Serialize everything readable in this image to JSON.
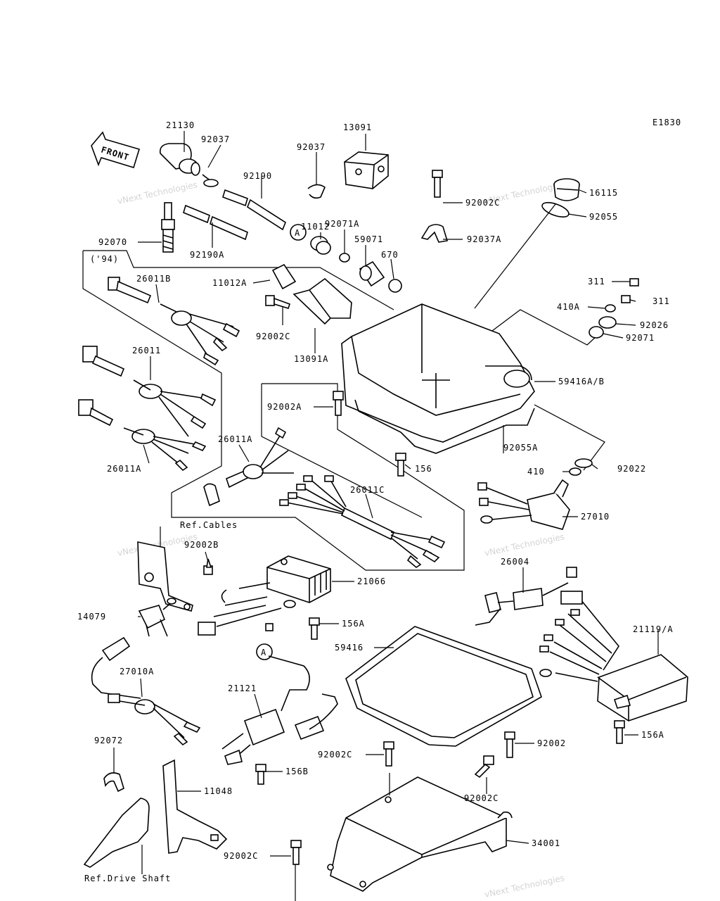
{
  "diagram_code": "E1830",
  "front_label": "FRONT",
  "watermark": "vNext Technologies",
  "notes": {
    "year": "('94)",
    "ref_cables": "Ref.Cables",
    "ref_drive_shaft": "Ref.Drive Shaft",
    "circle_a": "A"
  },
  "parts": [
    {
      "id": "p21130",
      "label": "21130"
    },
    {
      "id": "p92037_top",
      "label": "92037"
    },
    {
      "id": "p92190",
      "label": "92190"
    },
    {
      "id": "p92037_mid",
      "label": "92037"
    },
    {
      "id": "p13091",
      "label": "13091"
    },
    {
      "id": "p11012",
      "label": "11012"
    },
    {
      "id": "p92071a",
      "label": "92071A"
    },
    {
      "id": "p59071",
      "label": "59071"
    },
    {
      "id": "p670",
      "label": "670"
    },
    {
      "id": "p92070",
      "label": "92070"
    },
    {
      "id": "p92190a",
      "label": "92190A"
    },
    {
      "id": "p92002c_top",
      "label": "92002C"
    },
    {
      "id": "p92037a",
      "label": "92037A"
    },
    {
      "id": "p16115",
      "label": "16115"
    },
    {
      "id": "p92055",
      "label": "92055"
    },
    {
      "id": "p26011b",
      "label": "26011B"
    },
    {
      "id": "p11012a",
      "label": "11012A"
    },
    {
      "id": "p92002c_left",
      "label": "92002C"
    },
    {
      "id": "p13091a",
      "label": "13091A"
    },
    {
      "id": "p311_a",
      "label": "311"
    },
    {
      "id": "p311_b",
      "label": "311"
    },
    {
      "id": "p410a",
      "label": "410A"
    },
    {
      "id": "p92026",
      "label": "92026"
    },
    {
      "id": "p92071",
      "label": "92071"
    },
    {
      "id": "p26011",
      "label": "26011"
    },
    {
      "id": "p59416ab",
      "label": "59416A/B"
    },
    {
      "id": "p92002a",
      "label": "92002A"
    },
    {
      "id": "p92055a",
      "label": "92055A"
    },
    {
      "id": "p156_mid",
      "label": "156"
    },
    {
      "id": "p410",
      "label": "410"
    },
    {
      "id": "p92022",
      "label": "92022"
    },
    {
      "id": "p26011a_left",
      "label": "26011A"
    },
    {
      "id": "p26011a_mid",
      "label": "26011A"
    },
    {
      "id": "p26011c",
      "label": "26011C"
    },
    {
      "id": "p27010",
      "label": "27010"
    },
    {
      "id": "p92002b",
      "label": "92002B"
    },
    {
      "id": "p26004",
      "label": "26004"
    },
    {
      "id": "p21066",
      "label": "21066"
    },
    {
      "id": "p14079",
      "label": "14079"
    },
    {
      "id": "p156a_mid",
      "label": "156A"
    },
    {
      "id": "p59416",
      "label": "59416"
    },
    {
      "id": "p21119a",
      "label": "21119/A"
    },
    {
      "id": "p27010a",
      "label": "27010A"
    },
    {
      "id": "p21121",
      "label": "21121"
    },
    {
      "id": "p92002_right",
      "label": "92002"
    },
    {
      "id": "p156a_right",
      "label": "156A"
    },
    {
      "id": "p92072",
      "label": "92072"
    },
    {
      "id": "p92002c_bottom",
      "label": "92002C"
    },
    {
      "id": "p156b",
      "label": "156B"
    },
    {
      "id": "p92002c_br",
      "label": "92002C"
    },
    {
      "id": "p11048",
      "label": "11048"
    },
    {
      "id": "p34001",
      "label": "34001"
    },
    {
      "id": "p92002c_bl",
      "label": "92002C"
    }
  ]
}
